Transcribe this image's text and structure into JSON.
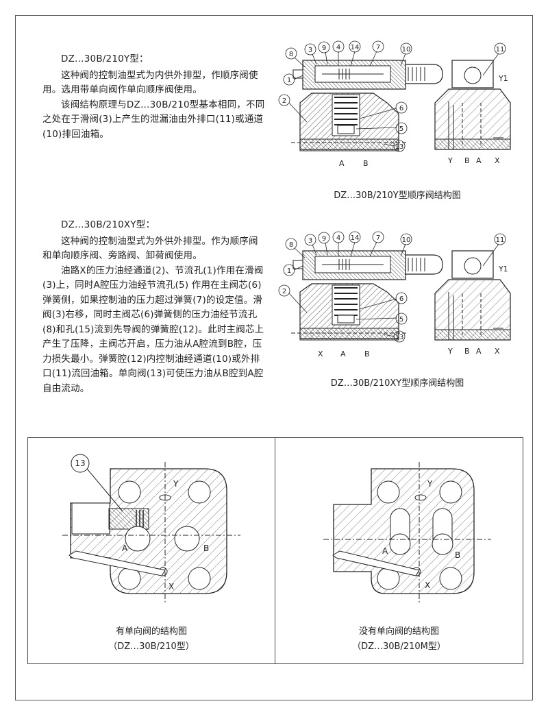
{
  "section1": {
    "title": "DZ…30B/210Y型：",
    "paragraphs": [
      "这种阀的控制油型式为内供外排型，作顺序阀使用。选用带单向阀作单向顺序阀使用。",
      "该阀结构原理与DZ…30B/210型基本相同，不同之处在于滑阀(3)上产生的泄漏油由外排口(11)或通道(10)排回油箱。"
    ],
    "caption": "DZ…30B/210Y型顺序阀结构图"
  },
  "section2": {
    "title": "DZ…30B/210XY型：",
    "paragraphs": [
      "这种阀的控制油型式为外供外排型。作为顺序阀和单向顺序阀、旁路阀、卸荷阀使用。",
      "油路X的压力油经通道(2)、节流孔(1)作用在滑阀(3)上，同时A腔压力油经节流孔(5) 作用在主阀芯(6)弹簧侧，如果控制油的压力超过弹簧(7)的设定值。滑阀(3)右移，同时主阀芯(6)弹簧侧的压力油经节流孔(8)和孔(15)流到先导阀的弹簧腔(12)。此时主阀芯上产生了压降，主阀芯开启，压力油从A腔流到B腔，压力损失最小。弹簧腔(12)内控制油经通道(10)或外排口(11)流回油箱。单向阀(13)可使压力油从B腔到A腔自由流动。"
    ],
    "caption": "DZ…30B/210XY型顺序阀结构图"
  },
  "diagram_labels": {
    "y_callouts": [
      "8",
      "3",
      "9",
      "4",
      "14",
      "7",
      "10",
      "11",
      "1",
      "2",
      "6",
      "5",
      "13"
    ],
    "y_ports": [
      "Y1",
      "A",
      "B",
      "Y",
      "B",
      "A",
      "X"
    ],
    "xy_callouts": [
      "8",
      "3",
      "9",
      "4",
      "14",
      "7",
      "10",
      "11",
      "1",
      "2",
      "6",
      "5",
      "13"
    ],
    "xy_ports": [
      "Y1",
      "X",
      "A",
      "B",
      "Y",
      "B",
      "A",
      "X"
    ]
  },
  "panels": {
    "left": {
      "caption_line1": "有单向阀的结构图",
      "caption_line2": "（DZ…30B/210型）",
      "labels": [
        "13",
        "Y",
        "A",
        "B",
        "X"
      ]
    },
    "right": {
      "caption_line1": "没有单向阀的结构图",
      "caption_line2": "（DZ…30B/210M型）",
      "labels": [
        "Y",
        "A",
        "B",
        "X"
      ]
    }
  }
}
